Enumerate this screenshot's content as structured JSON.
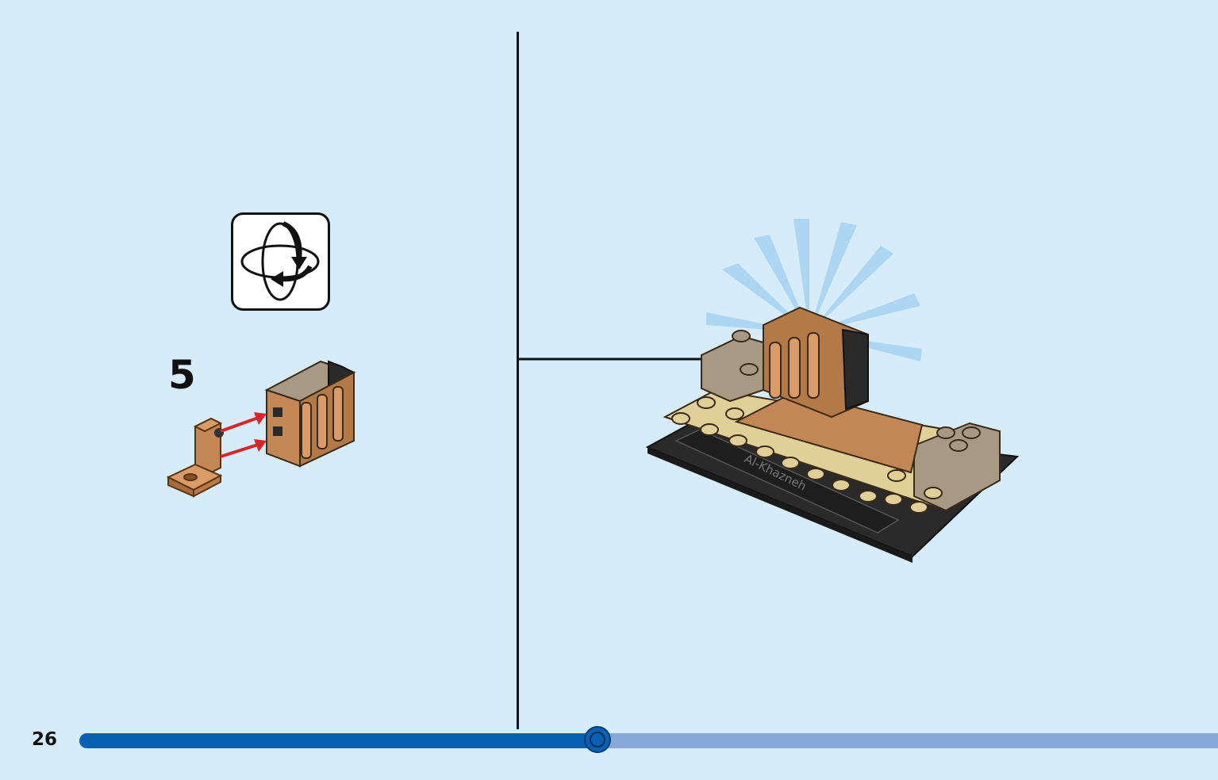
{
  "page": {
    "page_number": "26",
    "step_number": "5",
    "base_label": "Al-Khazneh",
    "progress": 0.455
  },
  "icons": {
    "rotate": "rotate-model-icon"
  },
  "colors": {
    "background": "#d6ecf9",
    "progress_fill": "#0861b3",
    "progress_track": "#86a8d7",
    "brick_dark_tan": "#c28755",
    "brick_tan": "#e0cf97",
    "brick_warm_gray": "#a89985",
    "brick_black": "#2a2a2a",
    "arrow_red": "#d9262b"
  }
}
